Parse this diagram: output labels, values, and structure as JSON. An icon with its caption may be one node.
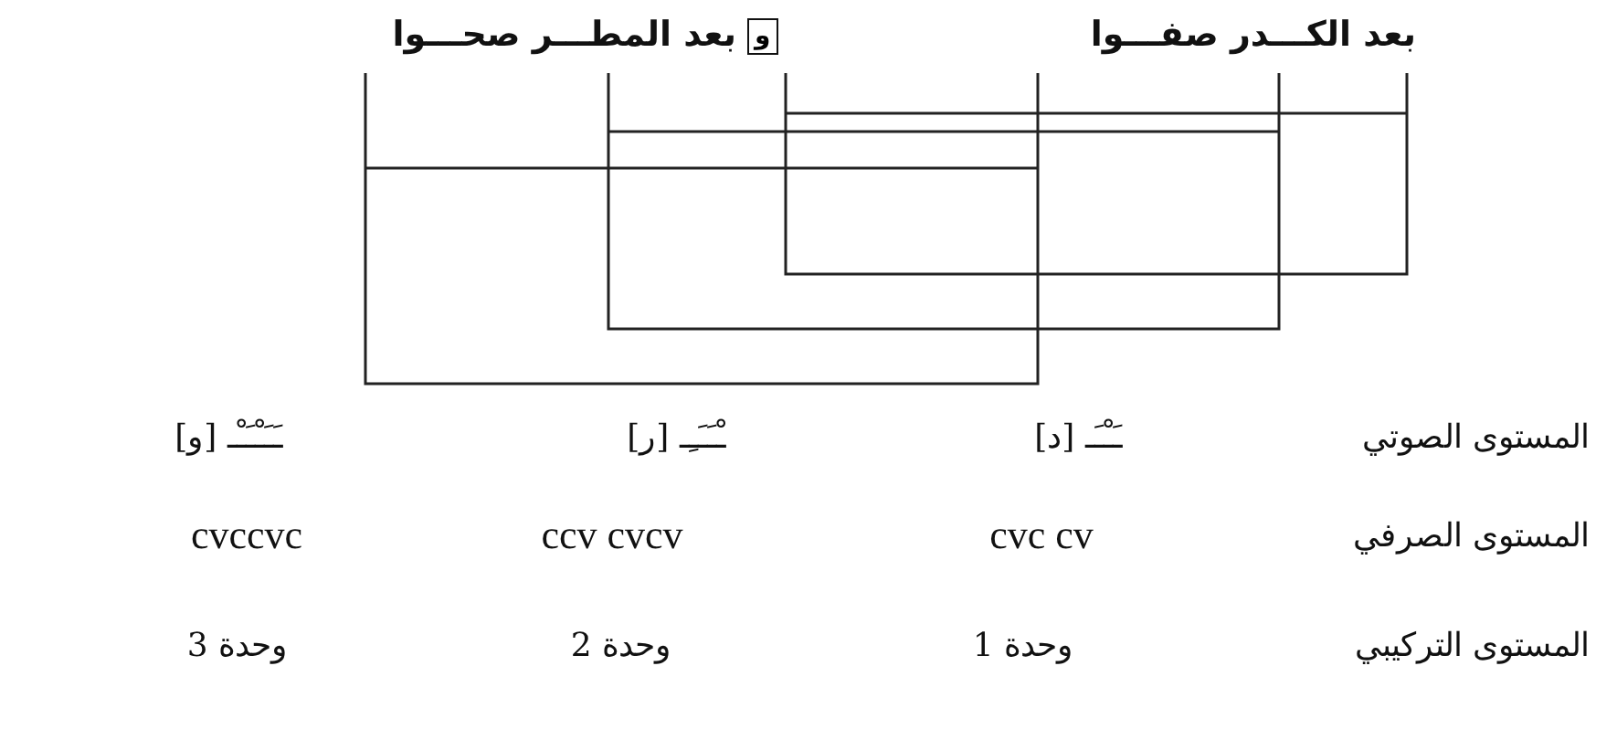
{
  "diagram": {
    "nodes": [
      {
        "text": [
          "و"
        ]
      }
    ],
    "labels": [
      "بعد الكـــدر صفـــوا",
      "بعد المطـــر صحـــوا",
      "المستوى الصوتي",
      "ـَـْـَـ [د]",
      "ـْـَـَـِـ [ر]",
      "ـَـَـْـَـْـ [و]",
      "المستوى الصرفي",
      "cvc cv",
      "ccv cvcv",
      "cvccvc",
      "المستوى التركيبي",
      "وحدة 1",
      "وحدة 2",
      "وحدة 3"
    ]
  }
}
